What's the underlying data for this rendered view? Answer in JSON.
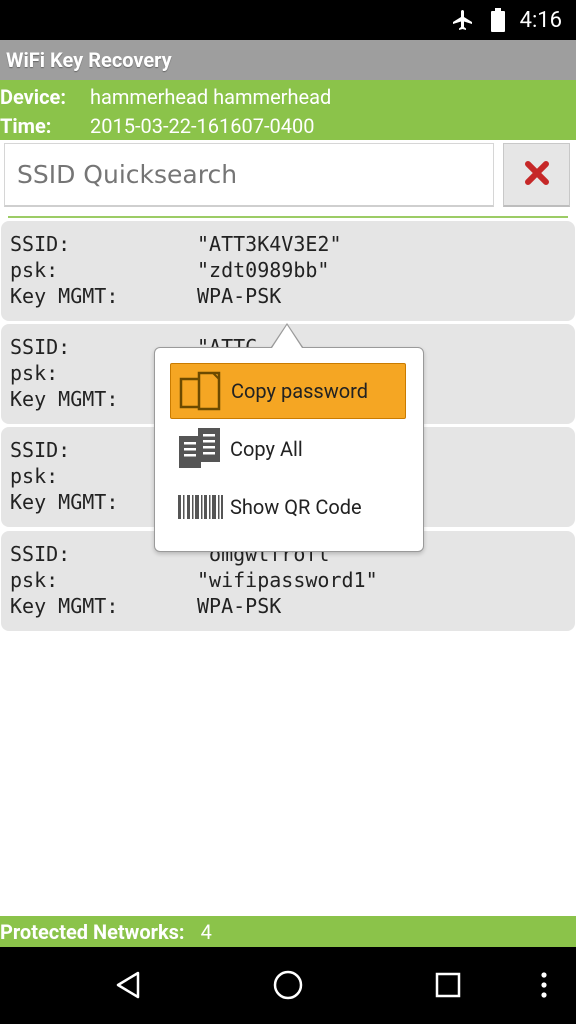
{
  "status": {
    "time": "4:16"
  },
  "app": {
    "title": "WiFi Key Recovery"
  },
  "device": {
    "label": "Device:",
    "value": "hammerhead hammerhead"
  },
  "time": {
    "label": "Time:",
    "value": "2015-03-22-161607-0400"
  },
  "search": {
    "placeholder": "SSID Quicksearch"
  },
  "cards": [
    {
      "rows": [
        {
          "label": "SSID:",
          "value": "\"ATT3K4V3E2\""
        },
        {
          "label": "psk:",
          "value": "\"zdt0989bb\""
        },
        {
          "label": "Key MGMT:",
          "value": "WPA-PSK"
        }
      ]
    },
    {
      "rows": [
        {
          "label": "SSID:",
          "value": "\"ATTC"
        },
        {
          "label": "psk:",
          "value": ""
        },
        {
          "label": "Key MGMT:",
          "value": ""
        }
      ]
    },
    {
      "rows": [
        {
          "label": "SSID:",
          "value": ""
        },
        {
          "label": "psk:",
          "value": ""
        },
        {
          "label": "Key MGMT:",
          "value": ""
        }
      ]
    },
    {
      "rows": [
        {
          "label": "SSID:",
          "value": "\"omgwtfrofl\""
        },
        {
          "label": "psk:",
          "value": "\"wifipassword1\""
        },
        {
          "label": "Key MGMT:",
          "value": "WPA-PSK"
        }
      ]
    }
  ],
  "menu": {
    "copy_password": "Copy password",
    "copy_all": "Copy All",
    "show_qr": "Show QR Code"
  },
  "footer": {
    "label": "Protected Networks:",
    "value": "4"
  },
  "colors": {
    "accent": "#8bc34a",
    "appbar": "#9e9e9e",
    "highlight": "#f5a623",
    "clear": "#c62828"
  }
}
